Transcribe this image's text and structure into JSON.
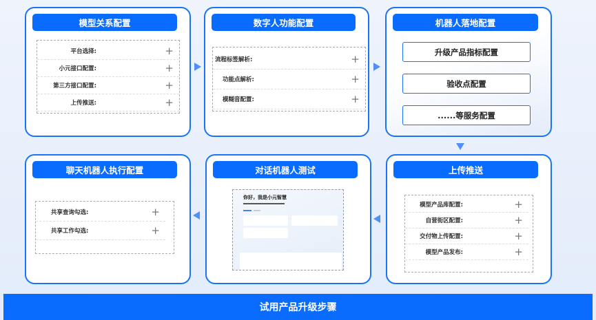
{
  "cards": {
    "model": {
      "title": "模型关系配置",
      "items": [
        "平台选择:",
        "小元接口配置:",
        "第三方接口配置:",
        "上传推送:"
      ]
    },
    "digital": {
      "title": "数字人功能配置",
      "items": [
        "流程标签解析:",
        "功能点解析:",
        "模糊音配置:"
      ]
    },
    "robot": {
      "title": "机器人落地配置",
      "buttons": [
        "升级产品指标配置",
        "验收点配置",
        "......等服务配置"
      ]
    },
    "upload": {
      "title": "上传推送",
      "items": [
        "模型产品库配置:",
        "自营街区配置:",
        "交付物上传配置:",
        "模型产品发布:"
      ]
    },
    "test": {
      "title": "对话机器人测试",
      "greeting": "你好，我是小元智慧"
    },
    "chat": {
      "title": "聊天机器人执行配置",
      "items": [
        "共享查询勾选:",
        "共享工作勾选:"
      ]
    }
  },
  "plus": "+",
  "footer": "试用产品升级步骤",
  "colors": {
    "accent": "#0a6cff",
    "border": "#1a73f5"
  }
}
